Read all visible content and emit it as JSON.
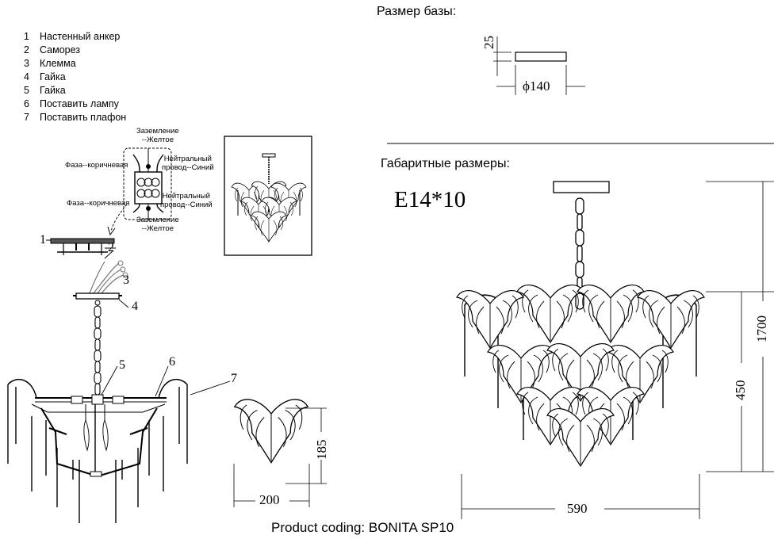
{
  "legend": [
    {
      "num": "1",
      "label": "Настенный анкер"
    },
    {
      "num": "2",
      "label": "Саморез"
    },
    {
      "num": "3",
      "label": "Клемма"
    },
    {
      "num": "4",
      "label": "Гайка"
    },
    {
      "num": "5",
      "label": "Гайка"
    },
    {
      "num": "6",
      "label": "Поставить лампу"
    },
    {
      "num": "7",
      "label": "Поставить плафон"
    }
  ],
  "wiring": {
    "ground_top": "Заземление\n--Желтое",
    "phase_top": "Фаза--коричневая",
    "neutral_top": "Нейтральный\nпровод--Синий",
    "phase_bottom": "Фаза--коричневая",
    "neutral_bottom": "Нейтральный\nпровод--Синий",
    "ground_bottom": "Заземление\n--Желтое"
  },
  "base_size": {
    "title": "Размер базы:",
    "height": "25",
    "diameter": "ϕ140"
  },
  "overall": {
    "title": "Габаритные размеры:",
    "lamp": "E14*10",
    "max_height": "1700",
    "height": "450",
    "width": "590"
  },
  "shade": {
    "height": "185",
    "width": "200"
  },
  "callouts": [
    "1",
    "2",
    "3",
    "4",
    "5",
    "6",
    "7"
  ],
  "footer": "Product coding: BONITA SP10"
}
